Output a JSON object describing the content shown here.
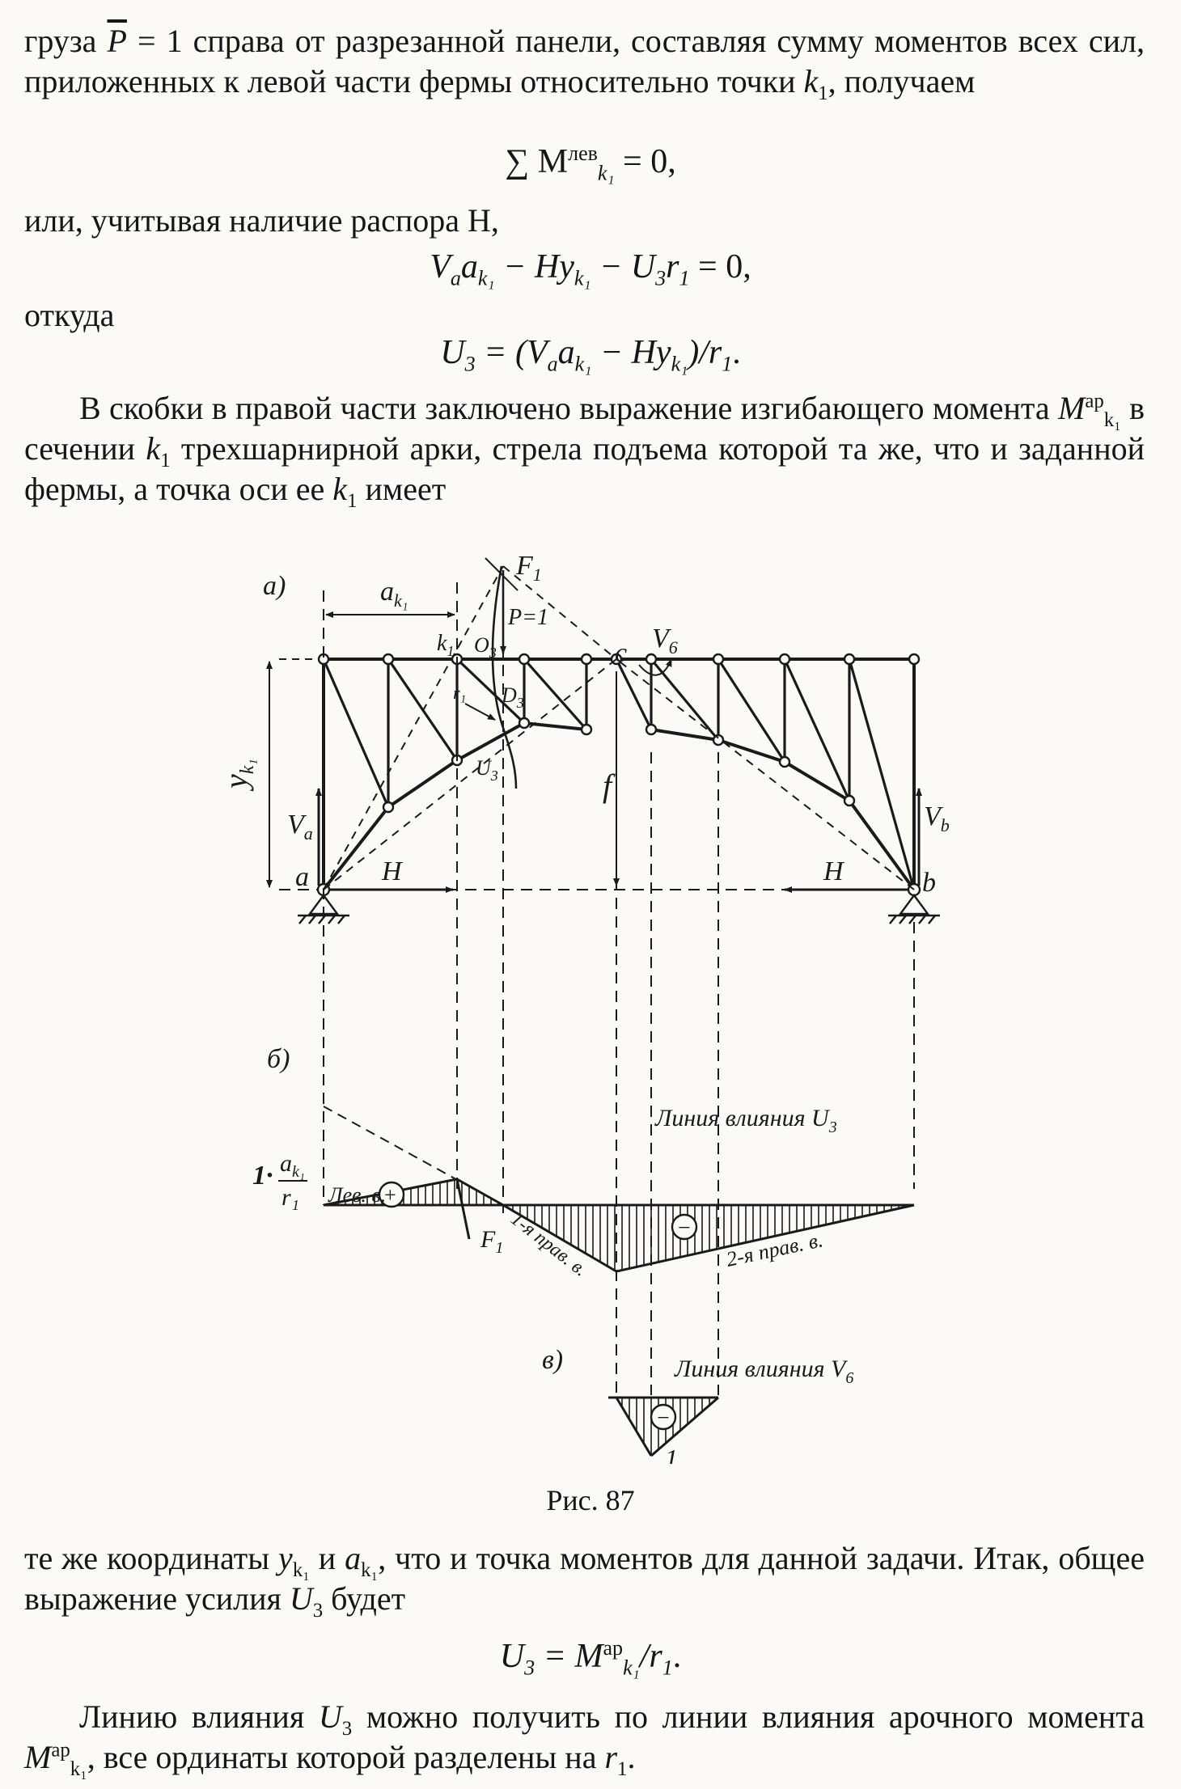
{
  "text": {
    "p1_pre": "груза ",
    "p1_sym": "P",
    "p1_mid": " = 1 справа от разрезанной панели, составляя сумму моментов всех сил, приложенных к левой части фермы относительно точки ",
    "p1_pt": "k",
    "p1_pt_sub": "1",
    "p1_end": ", получаем",
    "eq1_sum": "∑ M",
    "eq1_sup": "лев",
    "eq1_sub": "k₁",
    "eq1_rhs": " = 0,",
    "p2": "или, учитывая наличие распора H,",
    "eq2": "V",
    "eq2_b": "a",
    "eq2_c": "a",
    "eq2_d": "k₁",
    "eq2_e": " − Hy",
    "eq2_f": "k₁",
    "eq2_g": " − U",
    "eq2_h": "3",
    "eq2_i": "r",
    "eq2_j": "1",
    "eq2_k": " = 0,",
    "word_otkuda": "откуда",
    "eq3_a": "U",
    "eq3_b": "3",
    "eq3_c": " = (V",
    "eq3_d": "a",
    "eq3_e": "a",
    "eq3_f": "k₁",
    "eq3_g": " − Hy",
    "eq3_h": "k₁",
    "eq3_i": ")/r",
    "eq3_j": "1",
    "eq3_k": ".",
    "p3_a": "В скобки в правой части заключено выражение изгибающего момента ",
    "p3_m": "M",
    "p3_sup": "ар",
    "p3_sub": "k₁",
    "p3_b": " в сечении ",
    "p3_k": "k",
    "p3_ksub": "1",
    "p3_c": " трехшарнирной арки, стрела подъема которой та же, что и заданной фермы, а точка оси ее ",
    "p3_k2": "k",
    "p3_k2sub": "1",
    "p3_d": " имеет",
    "caption": "Рис. 87",
    "p4_a": "те же координаты ",
    "p4_y": "y",
    "p4_ysub": "k₁",
    "p4_b": " и ",
    "p4_ak": "a",
    "p4_aksub": "k₁",
    "p4_c": ", что и точка моментов для данной задачи. Итак, общее выражение усилия ",
    "p4_u": "U",
    "p4_usub": "3",
    "p4_d": " будет",
    "eq4_a": "U",
    "eq4_b": "3",
    "eq4_c": " = M",
    "eq4_sup": "ар",
    "eq4_sub": "k₁",
    "eq4_d": "/r",
    "eq4_e": "1",
    "eq4_f": ".",
    "p5_a": "Линию влияния ",
    "p5_u": "U",
    "p5_usub": "3",
    "p5_b": " можно получить по линии влияния арочного момента ",
    "p5_m": "M",
    "p5_sup": "ар",
    "p5_sub": "k₁",
    "p5_c": ", все ординаты которой разделены на ",
    "p5_r": "r",
    "p5_rsub": "1",
    "p5_d": "."
  },
  "figure": {
    "label_a": "а)",
    "label_b": "б)",
    "label_v": "в)",
    "ak1": "a",
    "ak1_sub": "k₁",
    "F1": "F",
    "F1_sub": "1",
    "P1": "P=1",
    "k1": "k",
    "k1_sub": "1",
    "O3": "O",
    "O3_sub": "3",
    "D3": "D",
    "D3_sub": "3",
    "r1": "r₁",
    "U3": "U",
    "U3_sub": "3",
    "c": "c",
    "V6": "V",
    "V6_sub": "6",
    "yk1": "y",
    "yk1_sub": "k₁",
    "f": "f",
    "Va": "V",
    "Va_sub": "a",
    "Vb": "V",
    "Vb_sub": "b",
    "a": "a",
    "b": "b",
    "H_left": "H",
    "H_right": "H",
    "infl_U3": "Линия влияния U",
    "infl_U3_sub": "3",
    "infl_V6": "Линия влияния V",
    "infl_V6_sub": "6",
    "ord_one": "1·",
    "ord_num": "a",
    "ord_num_sub": "k₁",
    "ord_den": "r₁",
    "lev": "Лев. в.",
    "plus": "+",
    "minus": "−",
    "F1b": "F",
    "F1b_sub": "1",
    "prav1": "1-я прав. в.",
    "prav2": "2-я прав. в.",
    "one": "1"
  }
}
